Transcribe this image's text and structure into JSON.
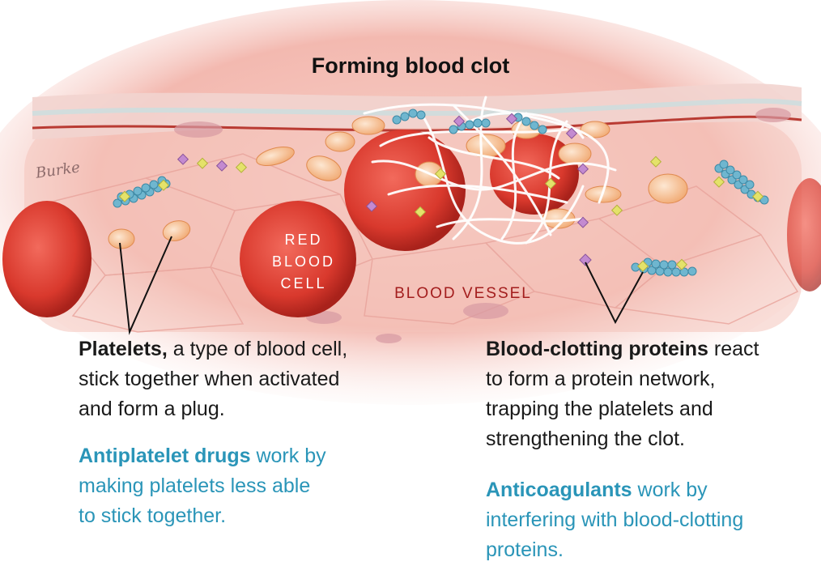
{
  "title": "Forming blood clot",
  "labels": {
    "red_blood_cell": [
      "RED",
      "BLOOD",
      "CELL"
    ],
    "blood_vessel": "BLOOD VESSEL",
    "signature": "Burke"
  },
  "platelets_text": {
    "bold": "Platelets,",
    "rest_line1": " a type of blood cell,",
    "line2": "stick together when activated",
    "line3": "and form a plug."
  },
  "antiplatelet_text": {
    "bold": "Antiplatelet drugs",
    "rest_line1": " work by",
    "line2": "making platelets less able",
    "line3": "to stick together."
  },
  "proteins_text": {
    "bold": "Blood-clotting proteins",
    "rest_line1": " react",
    "line2": "to form a protein network,",
    "line3": "trapping the platelets and",
    "line4": "strengthening the clot."
  },
  "anticoagulant_text": {
    "bold": "Anticoagulants",
    "rest_line1": " work by",
    "line2": "interfering with blood-clotting",
    "line3": "proteins."
  },
  "colors": {
    "vessel_pink": "#f6c9c2",
    "vessel_dark": "#e48f86",
    "red_cell": "#d9392d",
    "platelet": "#f5b98a",
    "protein_blue": "#6fb6cf",
    "protein_yellow": "#e4e26a",
    "protein_purple": "#c38ad0",
    "accent_text": "#2a95b8",
    "vessel_label": "#a31d1d"
  }
}
